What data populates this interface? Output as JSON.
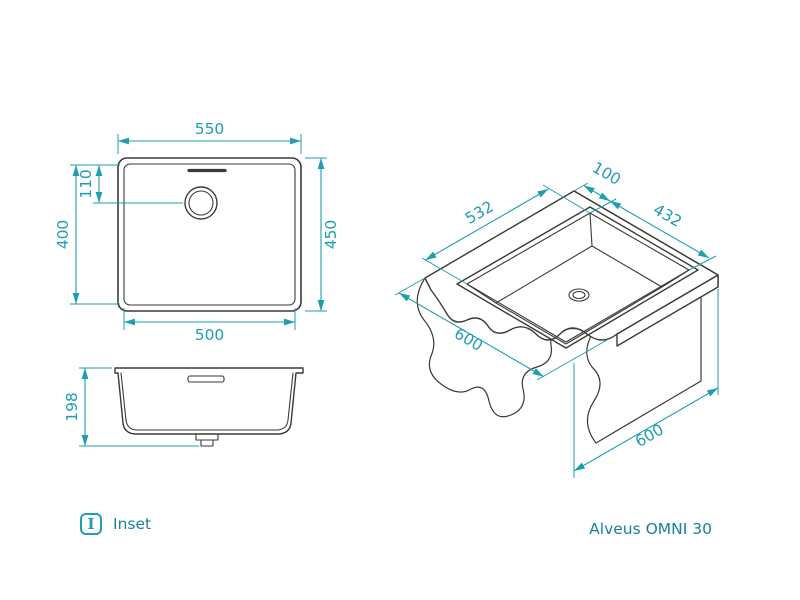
{
  "colors": {
    "dimension": "#1E9EB0",
    "drawing": "#3A3A38",
    "footer": "#17809E",
    "background": "#FFFFFF"
  },
  "views": {
    "top": {
      "dims": {
        "top_width": "550",
        "right_height": "450",
        "left_height": "400",
        "drain_offset": "110",
        "bottom_width": "500"
      }
    },
    "side": {
      "dims": {
        "height": "198"
      }
    },
    "iso": {
      "dims": {
        "cutout_length": "532",
        "back_offset": "100",
        "cutout_width": "432",
        "worktop_depth": "600",
        "worktop_width": "600"
      }
    }
  },
  "legend": {
    "symbol": "I",
    "label": "Inset"
  },
  "footer": {
    "model": "Alveus OMNI 30"
  }
}
